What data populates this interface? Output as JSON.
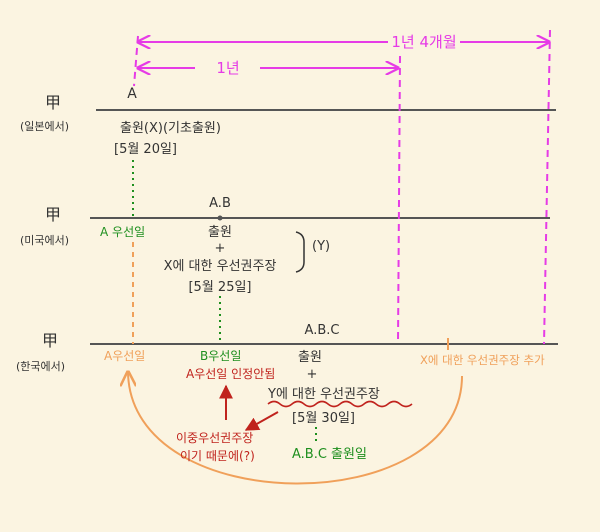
{
  "colors": {
    "background": "#fbf4e1",
    "timeline": "#555555",
    "magenta": "#e63be6",
    "green": "#1e8f1e",
    "orange": "#f0a05a",
    "red": "#c0231d",
    "text": "#333333"
  },
  "spans": {
    "long": "1년 4개월",
    "short": "1년"
  },
  "rows": [
    {
      "country": "甲",
      "region": "(일본에서)"
    },
    {
      "country": "甲",
      "region": "(미국에서)"
    },
    {
      "country": "甲",
      "region": "(한국에서)"
    }
  ],
  "row1": {
    "point_label": "A",
    "filing_label": "출원(X)(기초출원)",
    "date": "[5월 20일]"
  },
  "row2": {
    "priority_label": "A 우선일",
    "point_label": "A.B",
    "filing": "출원",
    "plus": "+",
    "claim": "X에 대한 우선권주장",
    "date": "[5월 25일]",
    "bracket_label": "(Y)"
  },
  "row3": {
    "a_priority": "A우선일",
    "b_priority": "B우선일",
    "b_note": "A우선일 인정안됨",
    "point_label": "A.B.C",
    "filing": "출원",
    "plus": "+",
    "claim": "Y에 대한 우선권주장",
    "date": "[5월 30일]",
    "filing_date_label": "A.B.C 출원일",
    "added_claim": "X에 대한 우선권주장 추가",
    "reason_line1": "이중우선권주장",
    "reason_line2": "이기 때문에(?)"
  }
}
